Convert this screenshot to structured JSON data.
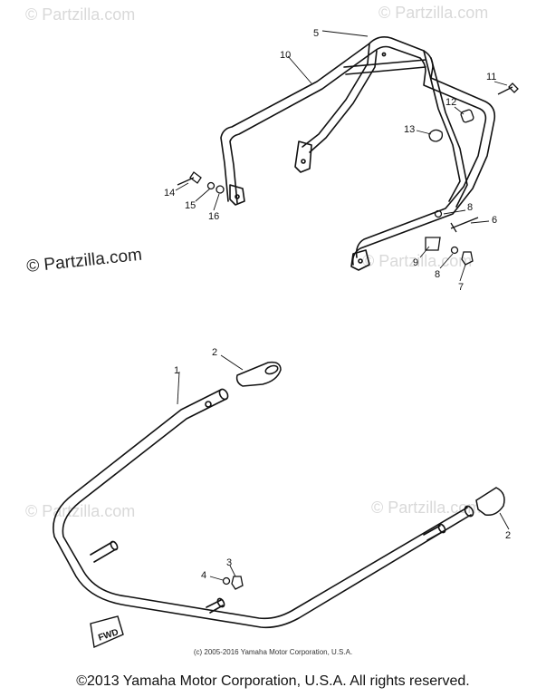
{
  "watermarks": {
    "main": "© Partzilla.com",
    "faint": "© Partzilla.com"
  },
  "callouts": {
    "c1": "1",
    "c2a": "2",
    "c2b": "2",
    "c3": "3",
    "c4": "4",
    "c5": "5",
    "c6": "6",
    "c7": "7",
    "c8a": "8",
    "c8b": "8",
    "c9": "9",
    "c10": "10",
    "c11": "11",
    "c12": "12",
    "c13": "13",
    "c14": "14",
    "c15": "15",
    "c16": "16"
  },
  "fwd_label": "FWD",
  "small_copyright": "(c) 2005-2016 Yamaha Motor Corporation, U.S.A.",
  "footer": "©2013 Yamaha Motor Corporation, U.S.A. All rights reserved."
}
